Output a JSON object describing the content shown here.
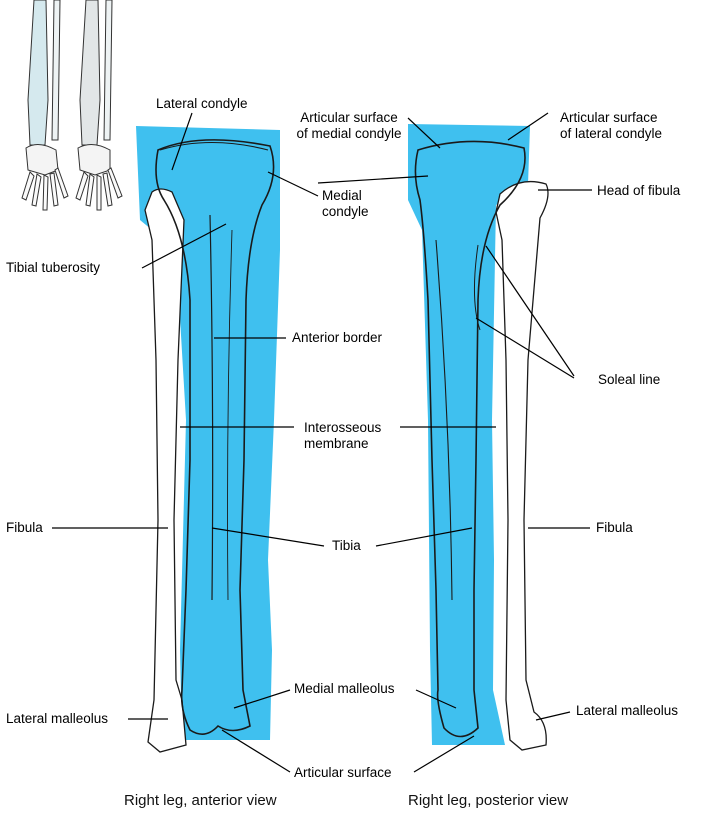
{
  "labels": {
    "lateral_condyle": "Lateral condyle",
    "art_surface_medial_1": "Articular surface",
    "art_surface_medial_2": "of medial condyle",
    "art_surface_lateral_1": "Articular surface",
    "art_surface_lateral_2": "of lateral condyle",
    "medial_condyle_1": "Medial",
    "medial_condyle_2": "condyle",
    "head_of_fibula": "Head of fibula",
    "tibial_tuberosity": "Tibial tuberosity",
    "anterior_border": "Anterior border",
    "soleal_line": "Soleal line",
    "interosseous_1": "Interosseous",
    "interosseous_2": "membrane",
    "fibula_left": "Fibula",
    "tibia": "Tibia",
    "fibula_right": "Fibula",
    "medial_malleolus": "Medial malleolus",
    "lateral_malleolus_left": "Lateral malleolus",
    "lateral_malleolus_right": "Lateral malleolus",
    "articular_surface": "Articular surface"
  },
  "captions": {
    "anterior": "Right leg, anterior view",
    "posterior": "Right leg, posterior view"
  },
  "colors": {
    "tibia_highlight": "#3fc0ef",
    "bone_fill": "#ffffff",
    "bone_outline": "#1a1a1a",
    "thumbnail_bone": "#cfe3e8"
  }
}
